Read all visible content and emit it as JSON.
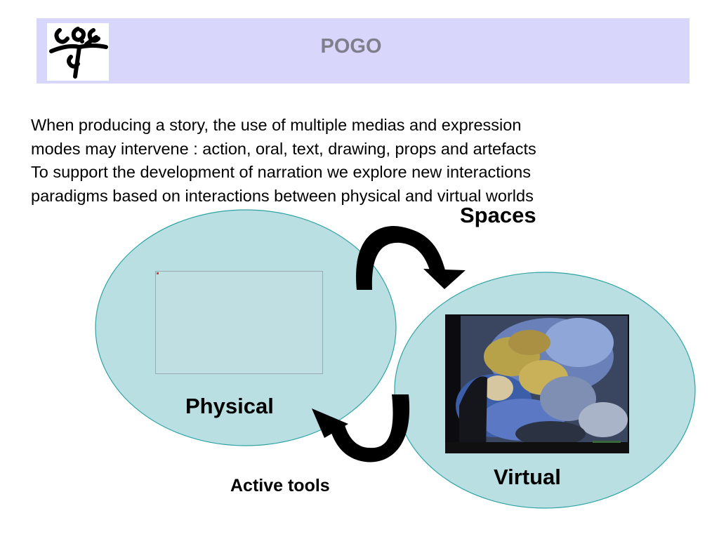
{
  "header": {
    "title": "POGO",
    "logo": "pogo-logo-icon",
    "background_color": "#d9d6fc",
    "title_color": "#7f7f8c"
  },
  "body": {
    "lines": [
      "When producing a story, the use of multiple medias and expression",
      "modes may intervene : action, oral, text, drawing, props and artefacts",
      "To support the development of narration we explore new interactions",
      "paradigms based on interactions between physical and virtual worlds"
    ]
  },
  "diagram": {
    "labels": {
      "spaces": "Spaces",
      "physical": "Physical",
      "virtual": "Virtual",
      "active_tools": "Active tools"
    },
    "circle_fill": "#b9dfe3",
    "circle_stroke": "#2fa3a3",
    "arrow_color": "#000000",
    "arrows": [
      "curved-arrow-physical-to-virtual-icon",
      "curved-arrow-virtual-to-physical-icon"
    ],
    "images": [
      "physical-screen-thumbnail",
      "virtual-video-still"
    ]
  }
}
